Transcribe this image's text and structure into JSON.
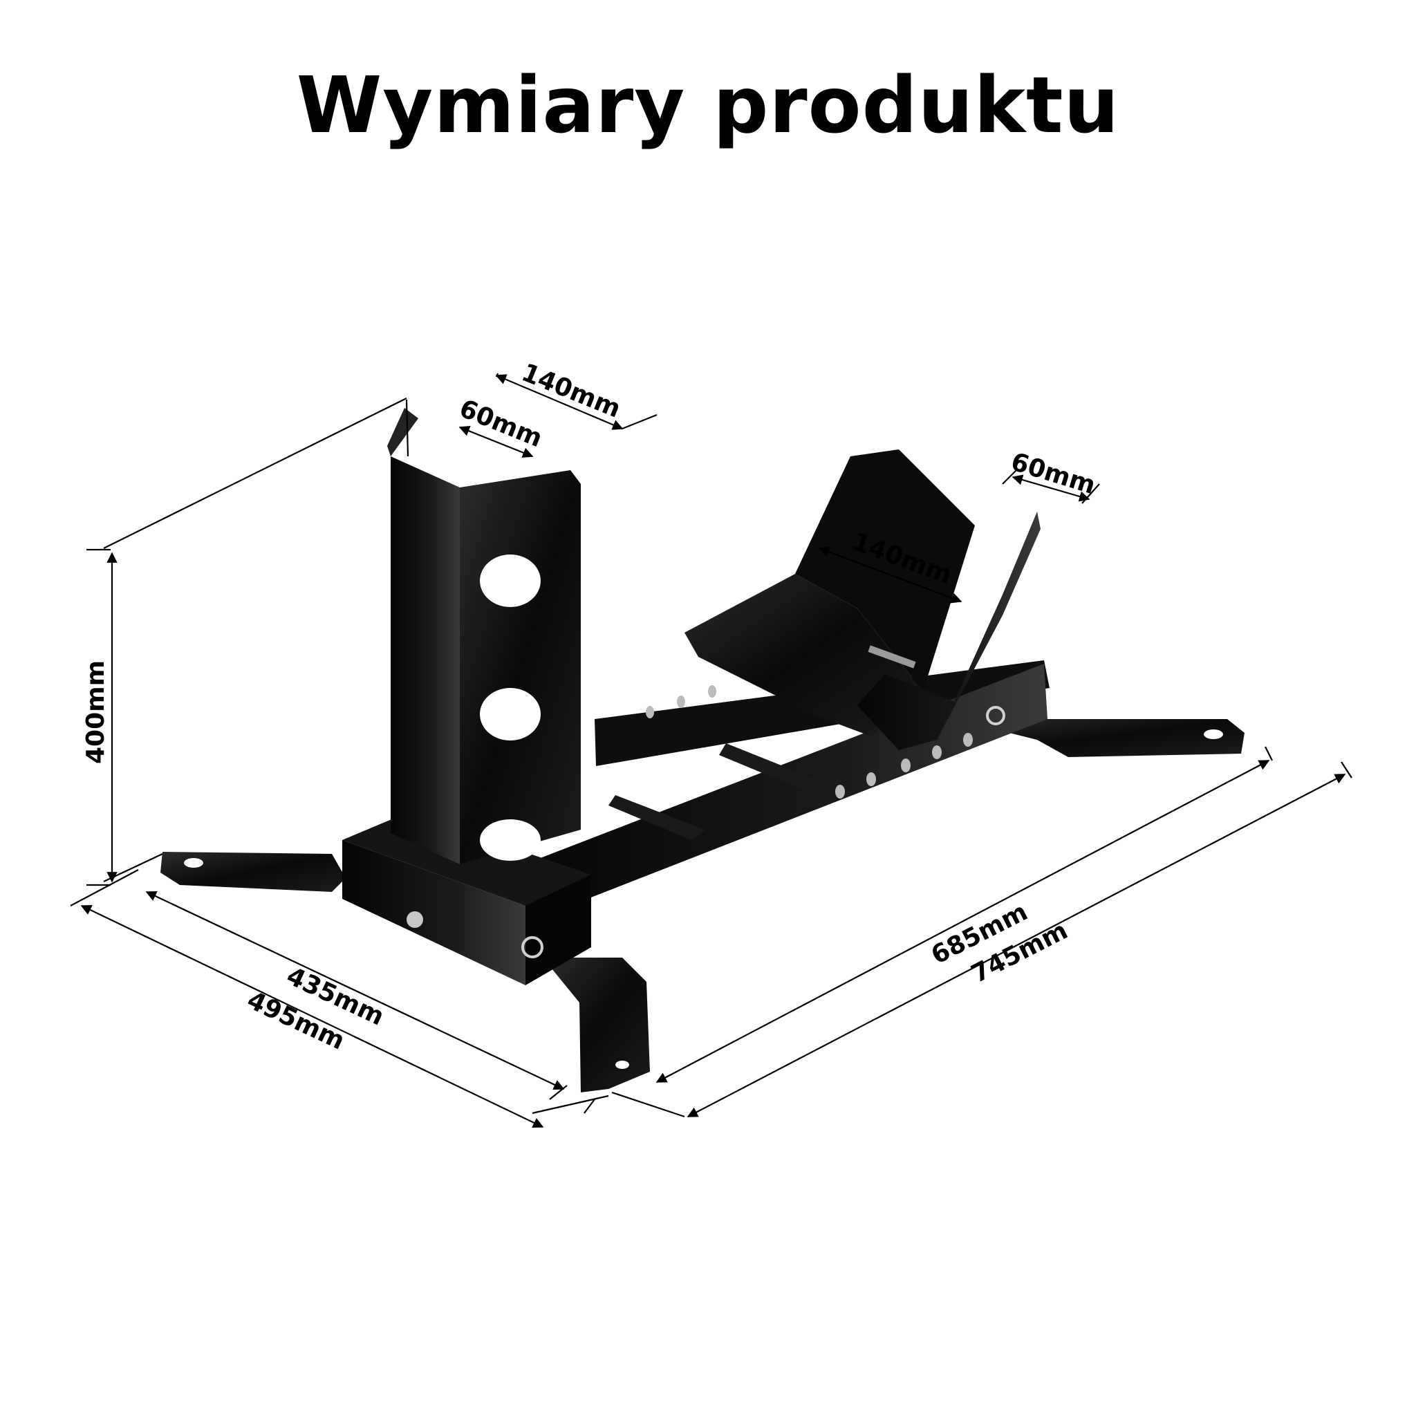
{
  "title": "Wymiary produktu",
  "dimensions": {
    "stand_width_outer": "140mm",
    "stand_width_inner": "60mm",
    "height": "400mm",
    "clamp_width_outer": "140mm",
    "clamp_width_inner": "60mm",
    "rail_length_inner": "685mm",
    "rail_length_outer": "745mm",
    "base_width_inner": "435mm",
    "base_width_outer": "495mm"
  },
  "colors": {
    "metal": "#0c0c0c",
    "metal_highlight": "#3a3a3a",
    "line": "#000000",
    "background": "#ffffff"
  }
}
